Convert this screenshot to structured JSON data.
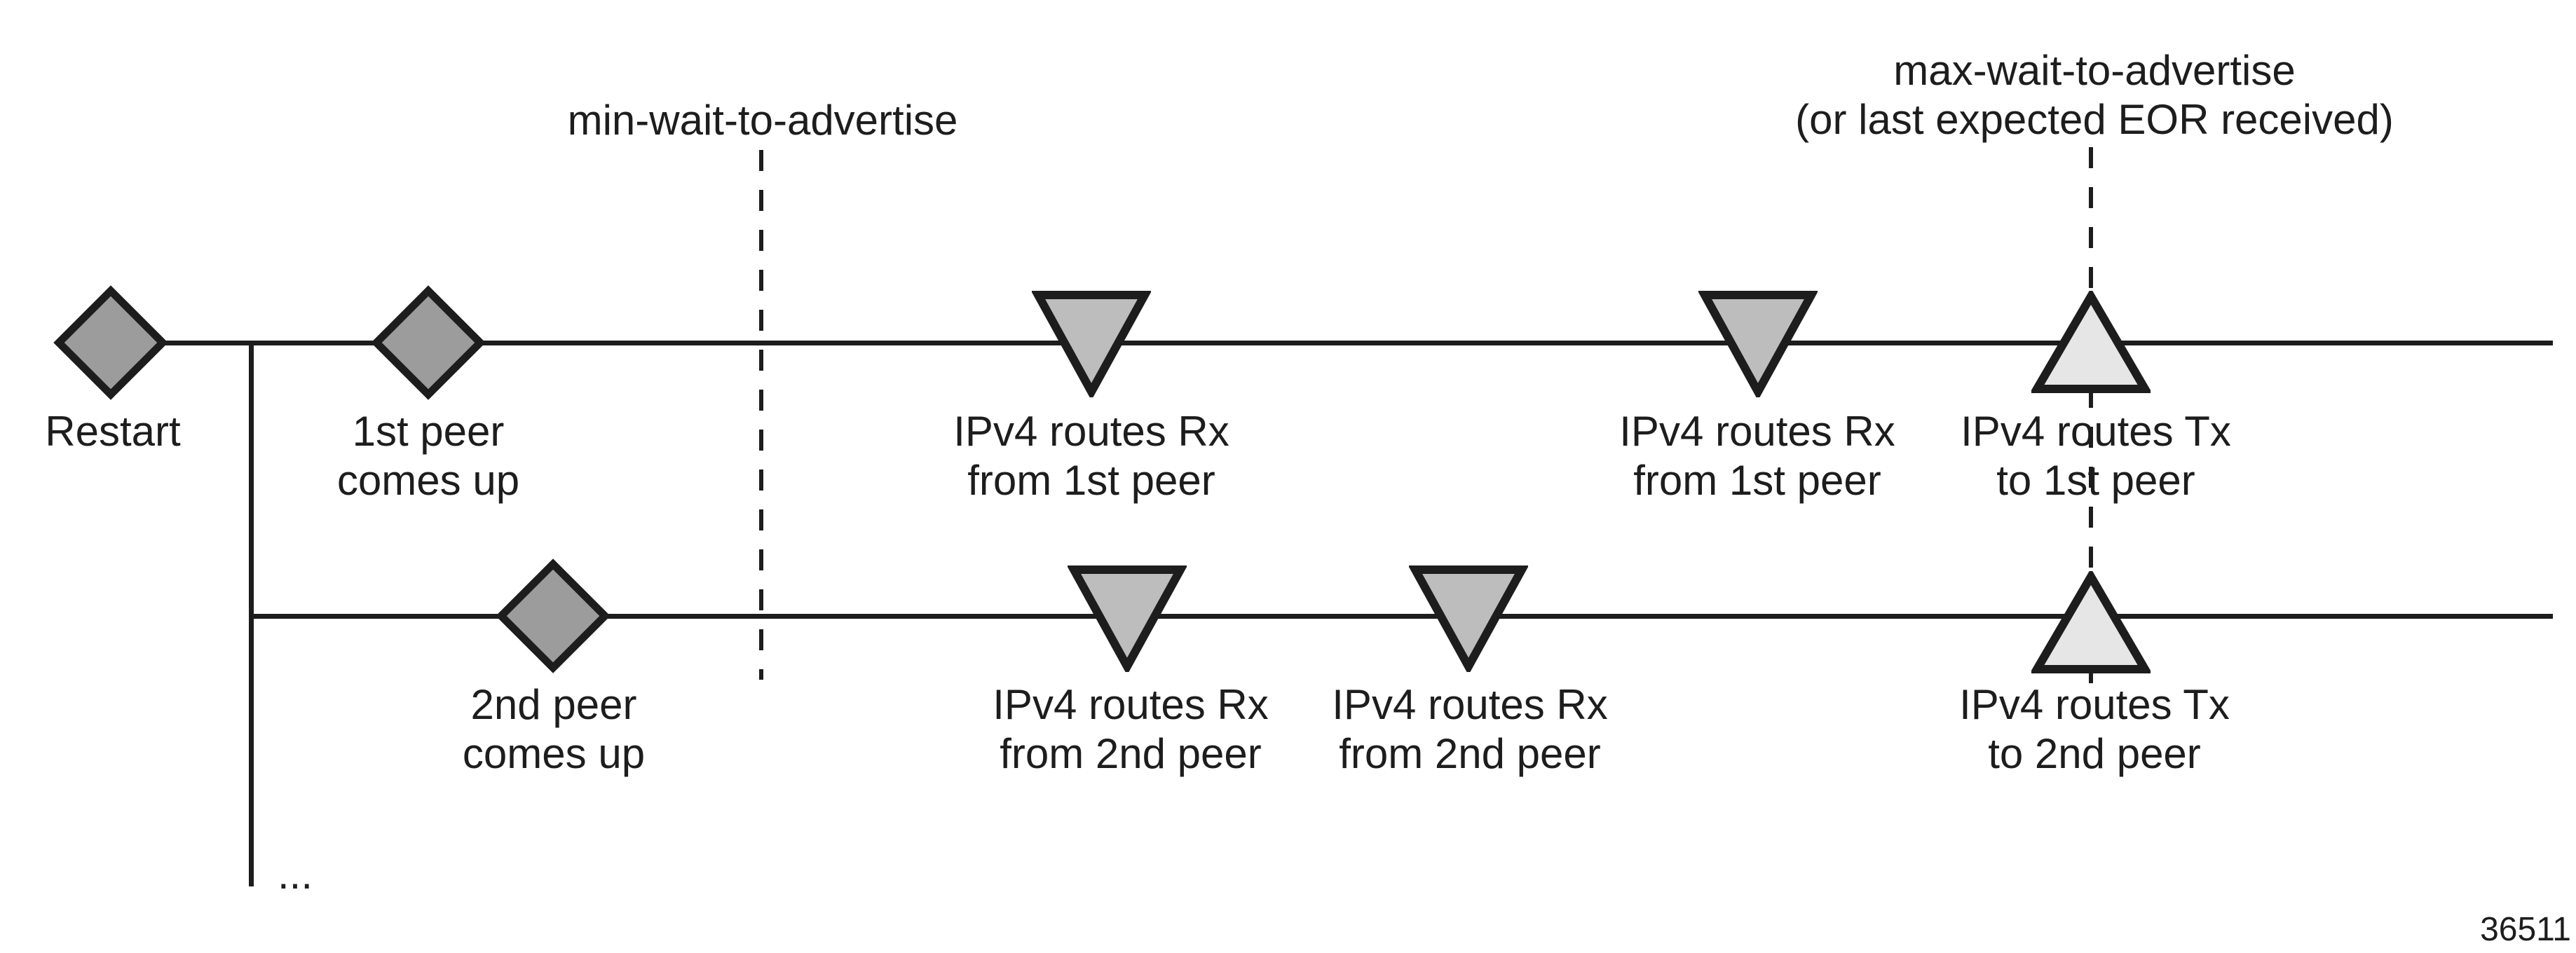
{
  "figure": {
    "number": "36511",
    "ellipsis": "..."
  },
  "annotations": {
    "min_wait": {
      "line1": "min-wait-to-advertise",
      "line2": ""
    },
    "max_wait": {
      "line1": "max-wait-to-advertise",
      "line2": "(or last expected EOR received)"
    }
  },
  "events": [
    {
      "id": "restart",
      "shape": "diamond",
      "line1": "Restart",
      "line2": ""
    },
    {
      "id": "peer1-up",
      "shape": "diamond",
      "line1": "1st peer",
      "line2": "comes up"
    },
    {
      "id": "rx1-first",
      "shape": "triangle-down",
      "line1": "IPv4 routes Rx",
      "line2": "from 1st peer"
    },
    {
      "id": "rx1-second",
      "shape": "triangle-down",
      "line1": "IPv4 routes Rx",
      "line2": "from 1st peer"
    },
    {
      "id": "tx1",
      "shape": "triangle-up",
      "line1": "IPv4 routes Tx",
      "line2": "to 1st peer"
    },
    {
      "id": "peer2-up",
      "shape": "diamond",
      "line1": "2nd peer",
      "line2": "comes up"
    },
    {
      "id": "rx2-first",
      "shape": "triangle-down",
      "line1": "IPv4 routes Rx",
      "line2": "from 2nd peer"
    },
    {
      "id": "rx2-second",
      "shape": "triangle-down",
      "line1": "IPv4 routes Rx",
      "line2": "from 2nd peer"
    },
    {
      "id": "tx2",
      "shape": "triangle-up",
      "line1": "IPv4 routes Tx",
      "line2": "to 2nd peer"
    }
  ],
  "colors": {
    "ink": "#1d1d1d",
    "diamond_fill": "#9c9c9c",
    "rx_triangle_fill": "#bdbdbd",
    "tx_triangle_fill": "#e6e6e6"
  }
}
